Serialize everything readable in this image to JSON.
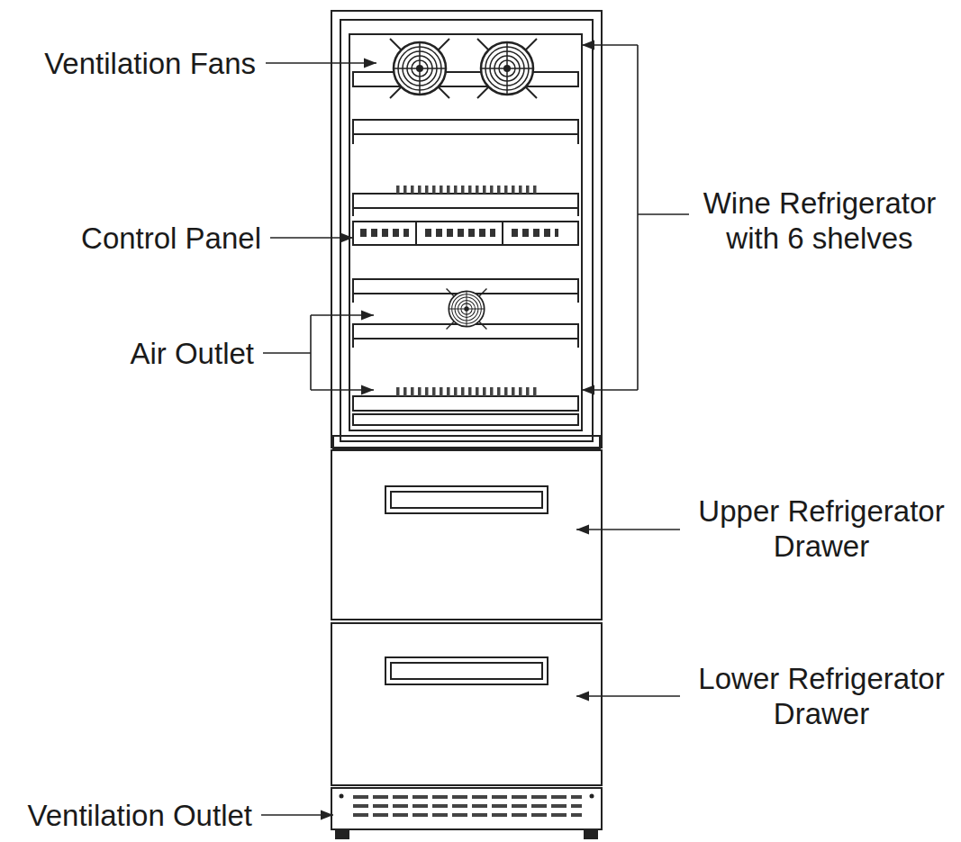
{
  "diagram": {
    "labels": [
      "Ventilation Fans",
      "Control Panel",
      "Air Outlet",
      "Wine Refrigerator with 6 shelves",
      "Upper Refrigerator Drawer",
      "Lower Refrigerator Drawer",
      "Ventilation Outlet"
    ]
  }
}
